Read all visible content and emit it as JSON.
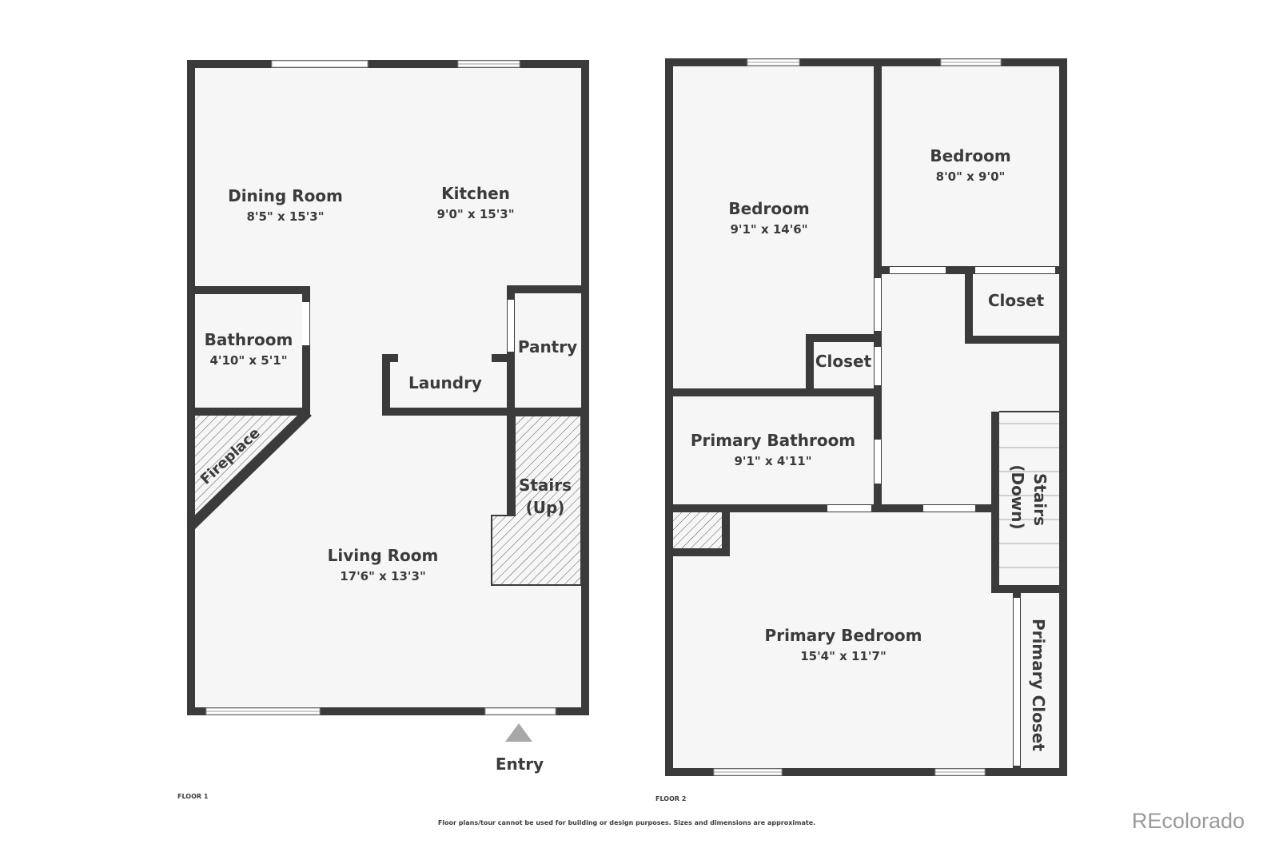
{
  "floor1": {
    "label": "FLOOR 1",
    "rooms": {
      "dining": {
        "name": "Dining Room",
        "dim": "8'5\" x 15'3\""
      },
      "kitchen": {
        "name": "Kitchen",
        "dim": "9'0\" x 15'3\""
      },
      "bathroom": {
        "name": "Bathroom",
        "dim": "4'10\" x 5'1\""
      },
      "pantry": {
        "name": "Pantry"
      },
      "laundry": {
        "name": "Laundry"
      },
      "fireplace": {
        "name": "Fireplace"
      },
      "stairs": {
        "line1": "Stairs",
        "line2": "(Up)"
      },
      "living": {
        "name": "Living Room",
        "dim": "17'6\" x 13'3\""
      }
    },
    "entry": "Entry"
  },
  "floor2": {
    "label": "FLOOR 2",
    "rooms": {
      "bedroom1": {
        "name": "Bedroom",
        "dim": "9'1\" x 14'6\""
      },
      "bedroom2": {
        "name": "Bedroom",
        "dim": "8'0\" x 9'0\""
      },
      "closet1": {
        "name": "Closet"
      },
      "closet2": {
        "name": "Closet"
      },
      "primary_bath": {
        "name": "Primary Bathroom",
        "dim": "9'1\" x 4'11\""
      },
      "stairs": {
        "line1": "Stairs",
        "line2": "(Down)"
      },
      "primary_bed": {
        "name": "Primary Bedroom",
        "dim": "15'4\" x 11'7\""
      },
      "primary_closet": {
        "name": "Primary Closet"
      }
    }
  },
  "disclaimer": "Floor plans/tour cannot be used for building or design purposes. Sizes and dimensions are approximate.",
  "logo": "REcolorado",
  "colors": {
    "wall": "#3b3b3b",
    "floor": "#f6f6f6",
    "logo": "#9a9a9a"
  }
}
